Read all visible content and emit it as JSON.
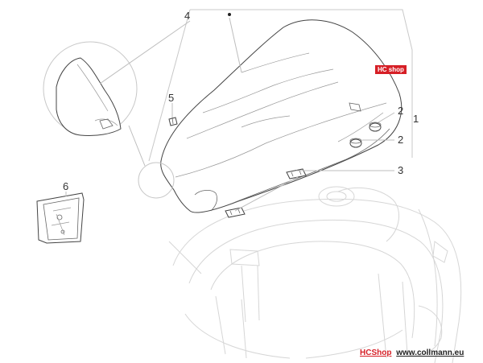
{
  "callouts": {
    "c1": "1",
    "c2a": "2",
    "c2b": "2",
    "c3": "3",
    "c4": "4",
    "c5": "5",
    "c6": "6"
  },
  "badge": {
    "text": "HC shop",
    "color": "#d61f26"
  },
  "watermark": {
    "brand": "HCShop",
    "site": "www.collmann.eu"
  },
  "colors": {
    "part_outline": "#444444",
    "ghost_outline": "#d6d6d6",
    "accent": "#d61f26"
  }
}
